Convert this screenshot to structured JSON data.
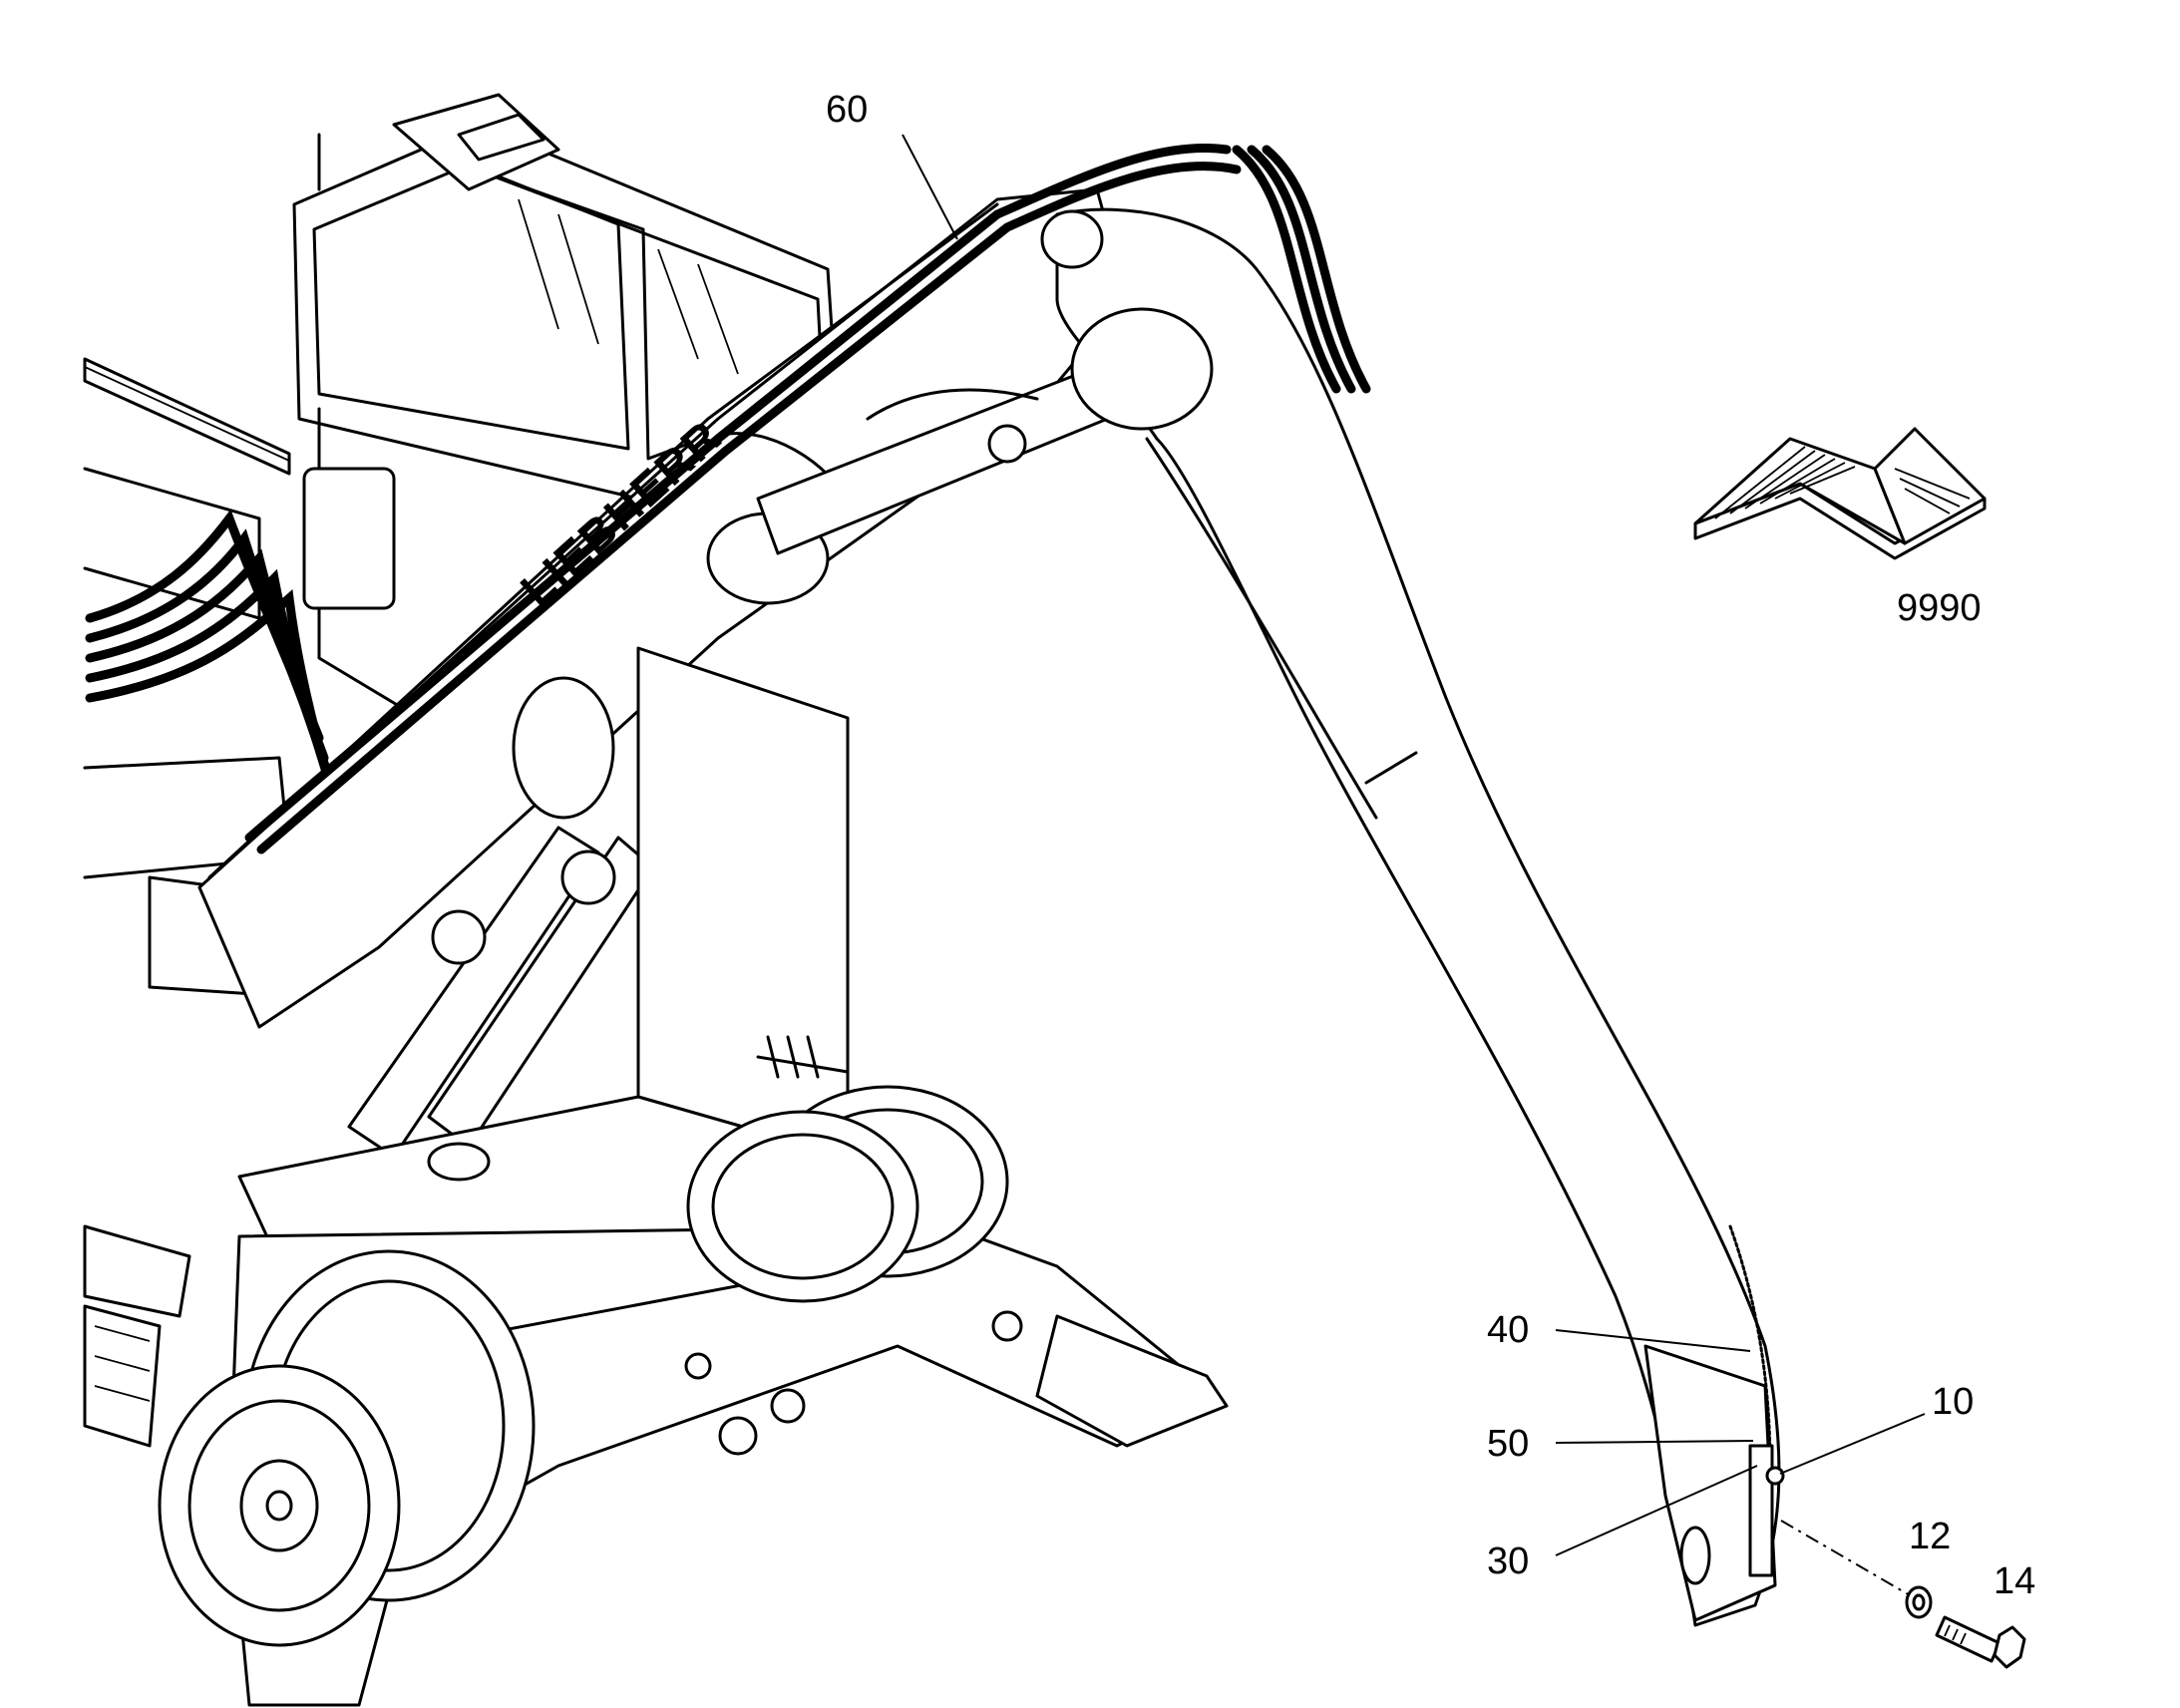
{
  "drawing": {
    "brand_label": "LIEBHERR"
  },
  "callouts": [
    {
      "id": "c60",
      "label": "60"
    },
    {
      "id": "c9990",
      "label": "9990"
    },
    {
      "id": "c40",
      "label": "40"
    },
    {
      "id": "c10",
      "label": "10"
    },
    {
      "id": "c50",
      "label": "50"
    },
    {
      "id": "c12",
      "label": "12"
    },
    {
      "id": "c14",
      "label": "14"
    },
    {
      "id": "c30",
      "label": "30"
    }
  ],
  "icons": {
    "manual": "open-book-icon",
    "bolt": "bolt-icon",
    "washer": "washer-icon"
  }
}
